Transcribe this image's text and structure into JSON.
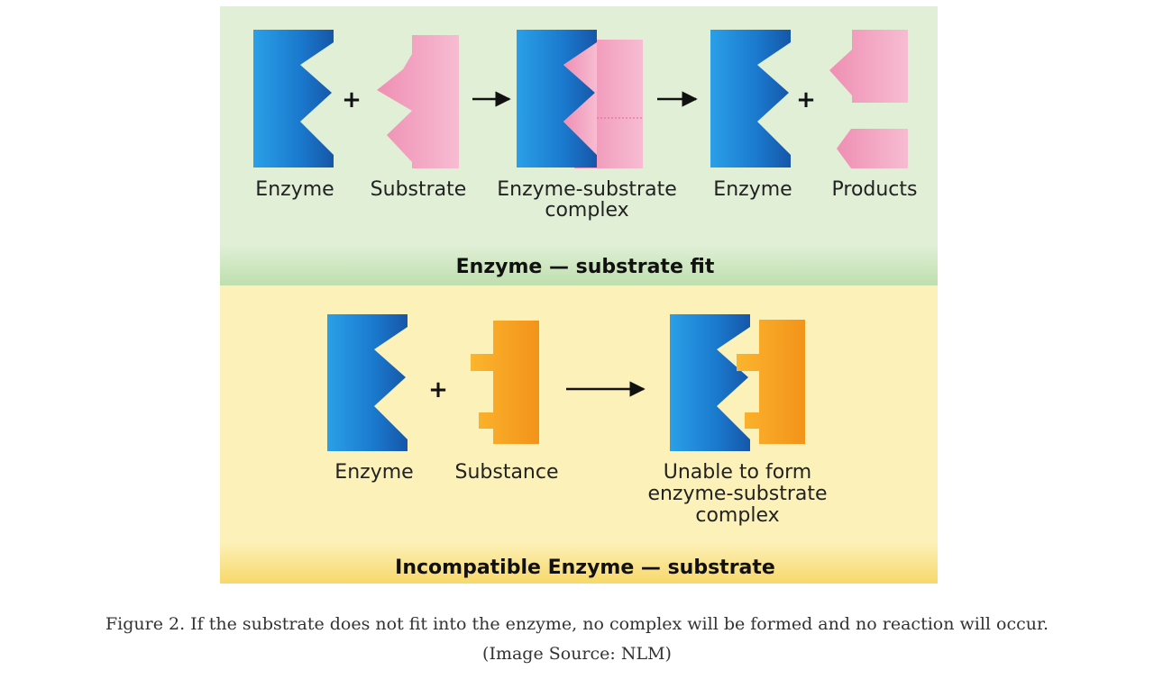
{
  "colors": {
    "top_panel": "#e0efd6",
    "top_band": "#c9e4bc",
    "bottom_panel": "#fcf1b8",
    "bottom_band": "#f8df7e",
    "enzyme_blue": "#1e82d3",
    "substrate_pink": "#f1a3c0",
    "substance_orange": "#f6a522"
  },
  "icons": [
    "plus-icon",
    "arrow-right-icon"
  ],
  "top_panel": {
    "labels": {
      "enzyme": "Enzyme",
      "substrate": "Substrate",
      "complex_line1": "Enzyme-substrate",
      "complex_line2": "complex",
      "enzyme_after": "Enzyme",
      "products": "Products"
    },
    "title": "Enzyme — substrate fit"
  },
  "bottom_panel": {
    "labels": {
      "enzyme": "Enzyme",
      "substance": "Substance",
      "result_line1": "Unable to form",
      "result_line2": "enzyme-substrate",
      "result_line3": "complex"
    },
    "title": "Incompatible Enzyme — substrate"
  },
  "caption": {
    "line1": "Figure 2. If the substrate does not fit into the enzyme, no complex will be formed and no reaction will occur.",
    "line2": "(Image Source: NLM)"
  }
}
